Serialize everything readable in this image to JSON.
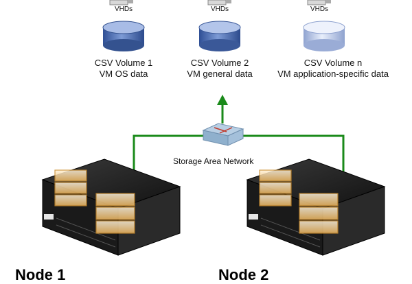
{
  "volumes": [
    {
      "vhd_label": "VHDs",
      "name": "CSV Volume 1",
      "description": "VM OS data"
    },
    {
      "vhd_label": "VHDs",
      "name": "CSV Volume 2",
      "description": "VM general data"
    },
    {
      "vhd_label": "VHDs",
      "name": "CSV Volume n",
      "description": "VM application-specific data"
    }
  ],
  "network": {
    "label": "Storage Area Network"
  },
  "nodes": [
    {
      "label": "Node 1"
    },
    {
      "label": "Node 2"
    }
  ],
  "colors": {
    "link": "#1a8a1a",
    "disk_1": "#5a78b8",
    "disk_2": "#6c8cc8",
    "disk_n": "#c5d2ee",
    "server_body": "#1c1c1c",
    "vm_box": "#f2c27a"
  },
  "icons": [
    "vhd-stack-icon",
    "database-icon",
    "network-switch-icon",
    "server-icon",
    "vm-box-icon",
    "arrow-up-icon"
  ]
}
